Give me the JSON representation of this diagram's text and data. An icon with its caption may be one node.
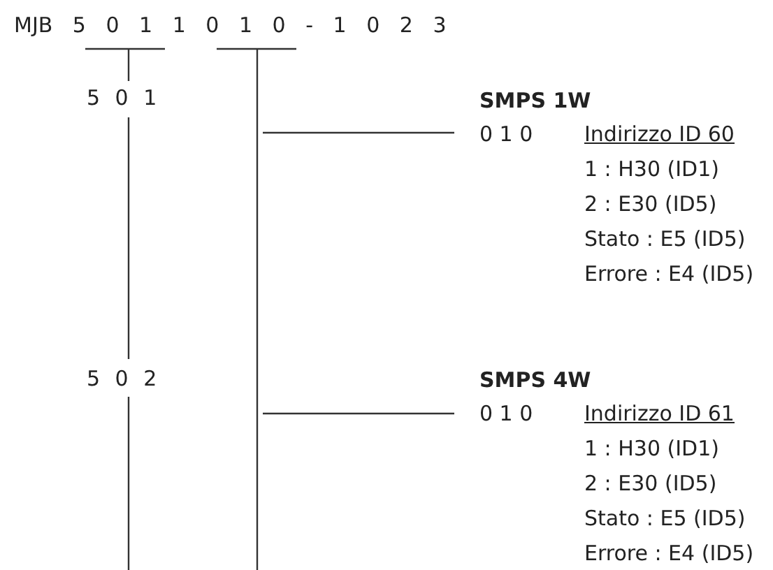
{
  "diagram": {
    "labels": [
      "MJB 5 0 1 1 0 1 0 - 1 0 2 3",
      "5 0 1",
      "SMPS 1W",
      "0 1 0",
      "Indirizzo ID 60",
      "1 : H30 (ID1)",
      "2 : E30 (ID5)",
      "Stato : E5 (ID5)",
      "Errore : E4 (ID5)",
      "5 0 2",
      "SMPS 4W",
      "0 1 0",
      "Indirizzo ID 61",
      "1 : H30 (ID1)",
      "2 : E30 (ID5)",
      "Stato : E5 (ID5)",
      "Errore : E4 (ID5)"
    ]
  }
}
